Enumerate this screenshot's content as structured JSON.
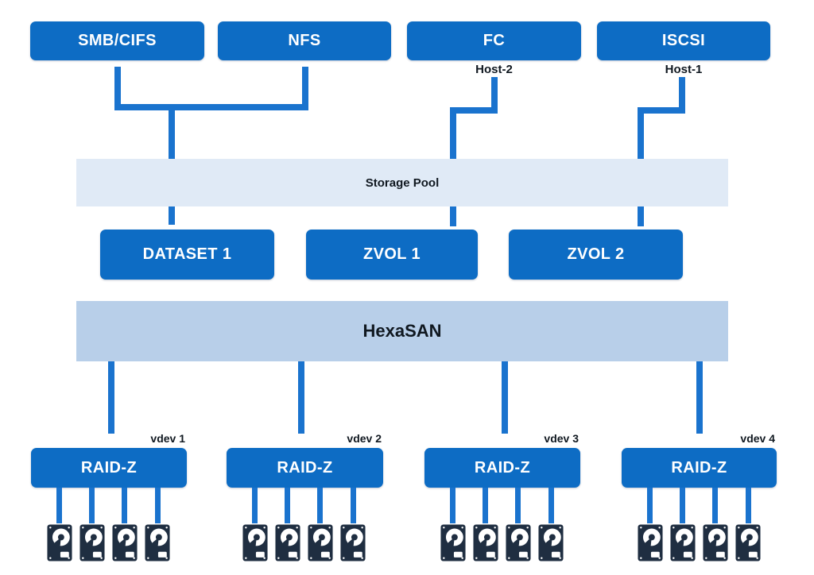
{
  "colors": {
    "box_blue": "#0d6cc4",
    "line_blue": "#1a73ce",
    "storage_pool_band": "#e0eaf6",
    "hexasan_band": "#b8cfe9",
    "disk_icon": "#1f2e41",
    "text": "#101820"
  },
  "protocols": [
    {
      "label": "SMB/CIFS"
    },
    {
      "label": "NFS"
    },
    {
      "label": "FC",
      "host": "Host-2"
    },
    {
      "label": "ISCSI",
      "host": "Host-1"
    }
  ],
  "bands": {
    "storage_pool": "Storage Pool",
    "hexasan": "HexaSAN"
  },
  "volumes": [
    {
      "label": "DATASET 1"
    },
    {
      "label": "ZVOL 1"
    },
    {
      "label": "ZVOL 2"
    }
  ],
  "vdevs": [
    {
      "label": "vdev 1",
      "raid": "RAID-Z",
      "disk_count": 4
    },
    {
      "label": "vdev 2",
      "raid": "RAID-Z",
      "disk_count": 4
    },
    {
      "label": "vdev 3",
      "raid": "RAID-Z",
      "disk_count": 4
    },
    {
      "label": "vdev 4",
      "raid": "RAID-Z",
      "disk_count": 4
    }
  ]
}
